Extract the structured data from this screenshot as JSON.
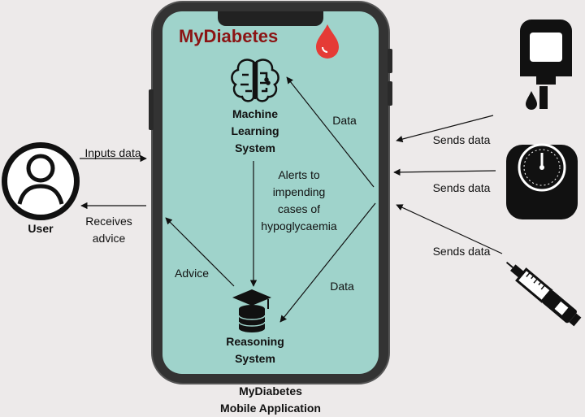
{
  "app": {
    "brand": "MyDiabetes",
    "caption_line1": "MyDiabetes",
    "caption_line2": "Mobile Application"
  },
  "nodes": {
    "ml_line1": "Machine",
    "ml_line2": "Learning",
    "ml_line3": "System",
    "rs_line1": "Reasoning",
    "rs_line2": "System",
    "user": "User"
  },
  "labels": {
    "inputs_data": "Inputs data",
    "receives_line1": "Receives",
    "receives_line2": "advice",
    "advice": "Advice",
    "data_top": "Data",
    "data_bottom": "Data",
    "alerts_line1": "Alerts to",
    "alerts_line2": "impending",
    "alerts_line3": "cases of",
    "alerts_line4": "hypoglycaemia",
    "sends_1": "Sends data",
    "sends_2": "Sends data",
    "sends_3": "Sends data"
  },
  "icons": {
    "brand_drop": "blood-drop-icon",
    "brain": "brain-circuit-icon",
    "reasoning": "graduation-cap-database-icon",
    "user": "user-avatar-icon",
    "glucometer": "glucometer-icon",
    "scale": "weighing-scale-icon",
    "insulin_pen": "insulin-pen-icon"
  },
  "colors": {
    "phone_body": "#3a3a3a",
    "screen": "#9fd3cb",
    "brand": "#8b1414",
    "drop": "#e53b36",
    "background": "#edeaea"
  }
}
